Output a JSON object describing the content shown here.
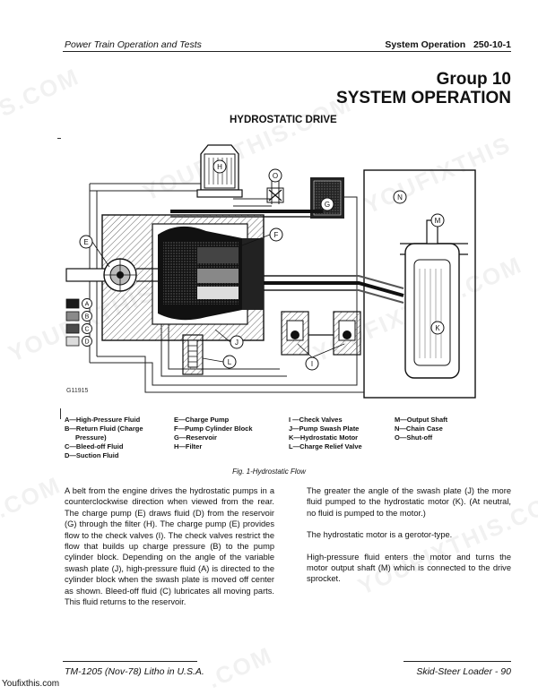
{
  "header": {
    "left": "Power Train Operation and Tests",
    "right": "System Operation   250-10-1"
  },
  "title": {
    "group": "Group 10",
    "name": "SYSTEM OPERATION"
  },
  "section_title": "HYDROSTATIC DRIVE",
  "figure": {
    "code": "G11915",
    "caption": "Fig. 1-Hydrostatic Flow",
    "callouts": [
      "A",
      "B",
      "C",
      "D",
      "E",
      "F",
      "G",
      "H",
      "I",
      "J",
      "K",
      "L",
      "M",
      "N",
      "O"
    ],
    "swatch_colors": {
      "A": "#1a1a1a",
      "B": "#8a8a8a",
      "C": "#4a4a4a",
      "D": "#dcdcdc"
    }
  },
  "legend": {
    "col1": [
      "A—High-Pressure Fluid",
      "B—Return Fluid (Charge",
      "Pressure)",
      "C—Bleed-off Fluid",
      "D—Suction Fluid"
    ],
    "col2": [
      "E—Charge Pump",
      "F—Pump Cylinder Block",
      "G—Reservoir",
      "H—Filter"
    ],
    "col3": [
      "I —Check Valves",
      "J—Pump Swash Plate",
      "K—Hydrostatic Motor",
      "L—Charge Relief Valve"
    ],
    "col4": [
      "M—Output Shaft",
      "N—Chain Case",
      "O—Shut-off"
    ]
  },
  "body": {
    "left": [
      "A belt from the engine drives the hydrostatic pumps in a counterclockwise direction when viewed from the rear. The charge pump (E) draws fluid (D) from the reservoir (G) through the filter (H). The charge pump (E) provides flow to the check valves (I). The check valves restrict the flow that builds up charge pressure (B) to the pump cylinder block. Depending on the angle of the variable swash plate (J), high-pressure fluid (A) is directed to the cylinder block when the swash plate is moved off center as shown. Bleed-off fluid (C) lubricates all moving parts. This fluid returns to the reservoir."
    ],
    "right": [
      "The greater the angle of the swash plate (J) the more fluid pumped to the hydrostatic motor (K). (At neutral, no fluid is pumped to the motor.)",
      "The hydrostatic motor is a gerotor-type.",
      "High-pressure fluid enters the motor and turns the motor output shaft (M) which is connected to the drive sprocket."
    ]
  },
  "footer": {
    "left": "TM-1205 (Nov-78) Litho in U.S.A.",
    "right": "Skid-Steer Loader - 90"
  },
  "watermarks": [
    "S.COM",
    "YOUFIXTHIS.COM",
    "YOUFIXTHIS",
    "YOUFIXTHIS.COM",
    "YOUFIXTHIS.COM",
    ".COM",
    "YOUFIXTHIS.COM",
    ".COM"
  ],
  "site": "Youfixthis.com"
}
